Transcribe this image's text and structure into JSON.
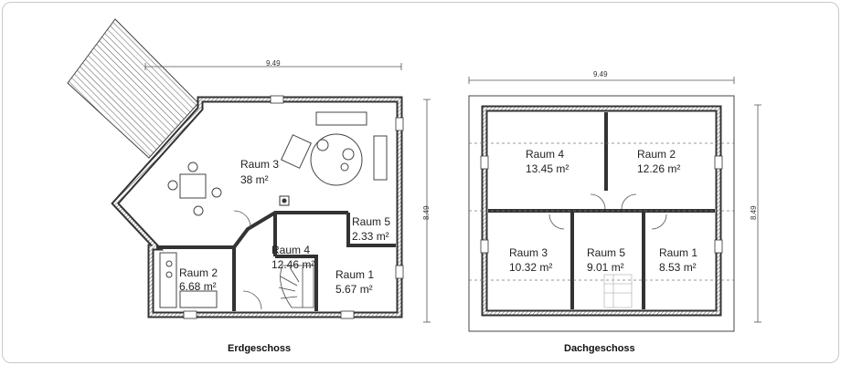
{
  "floors": {
    "ground": {
      "caption": "Erdgeschoss",
      "dim_width": "9.49",
      "dim_height": "8.49",
      "rooms": [
        {
          "name": "Raum 3",
          "area": "38 m²"
        },
        {
          "name": "Raum 2",
          "area": "6.68 m²"
        },
        {
          "name": "Raum 4",
          "area": "12.46 m²"
        },
        {
          "name": "Raum 5",
          "area": "2.33 m²"
        },
        {
          "name": "Raum 1",
          "area": "5.67 m²"
        }
      ]
    },
    "upper": {
      "caption": "Dachgeschoss",
      "dim_width": "9.49",
      "dim_height": "8.49",
      "rooms": [
        {
          "name": "Raum 4",
          "area": "13.45 m²"
        },
        {
          "name": "Raum 2",
          "area": "12.26 m²"
        },
        {
          "name": "Raum 3",
          "area": "10.32 m²"
        },
        {
          "name": "Raum 5",
          "area": "9.01 m²"
        },
        {
          "name": "Raum 1",
          "area": "8.53 m²"
        }
      ]
    }
  }
}
